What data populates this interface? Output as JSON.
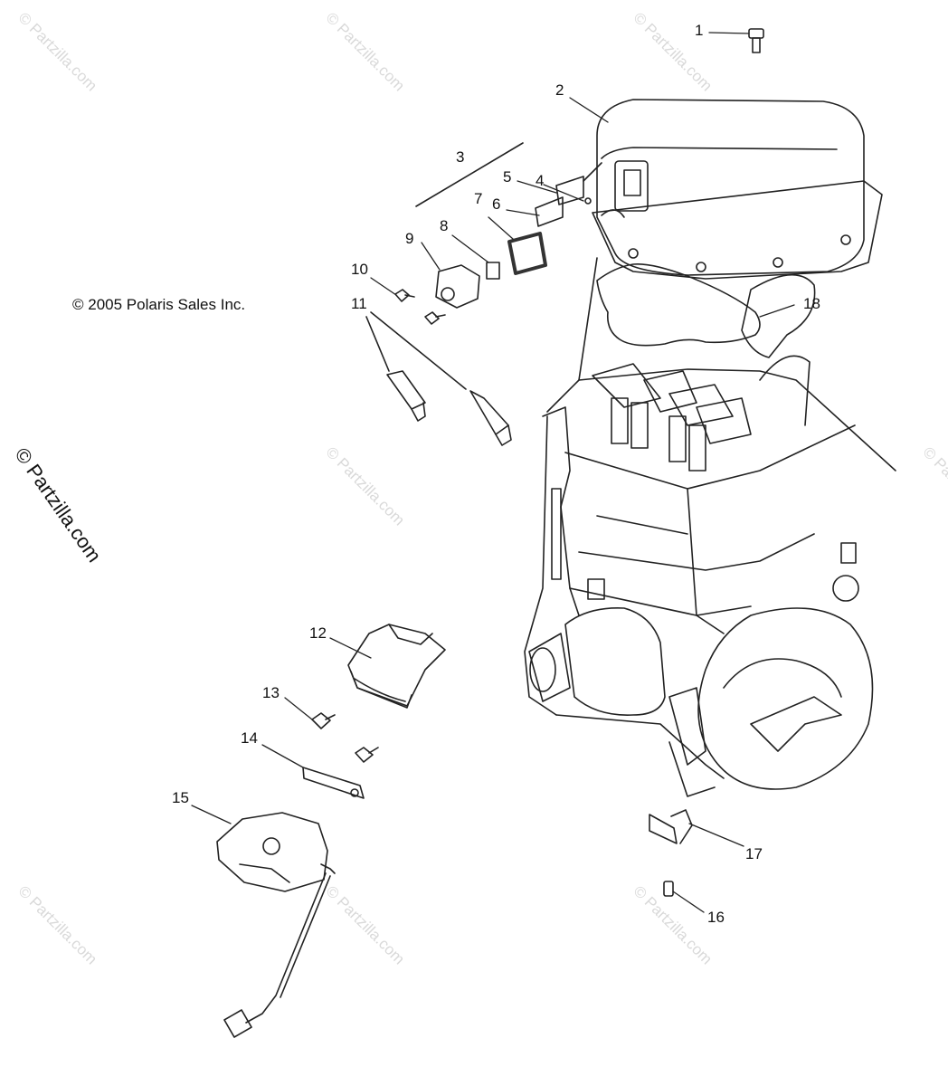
{
  "copyright": "© 2005 Polaris Sales Inc.",
  "watermark_main": "© Partzilla.com",
  "watermark_tile": "© Partzilla.com",
  "callouts": [
    "1",
    "2",
    "3",
    "4",
    "5",
    "6",
    "7",
    "8",
    "9",
    "10",
    "11",
    "12",
    "13",
    "14",
    "15",
    "16",
    "17",
    "18"
  ]
}
